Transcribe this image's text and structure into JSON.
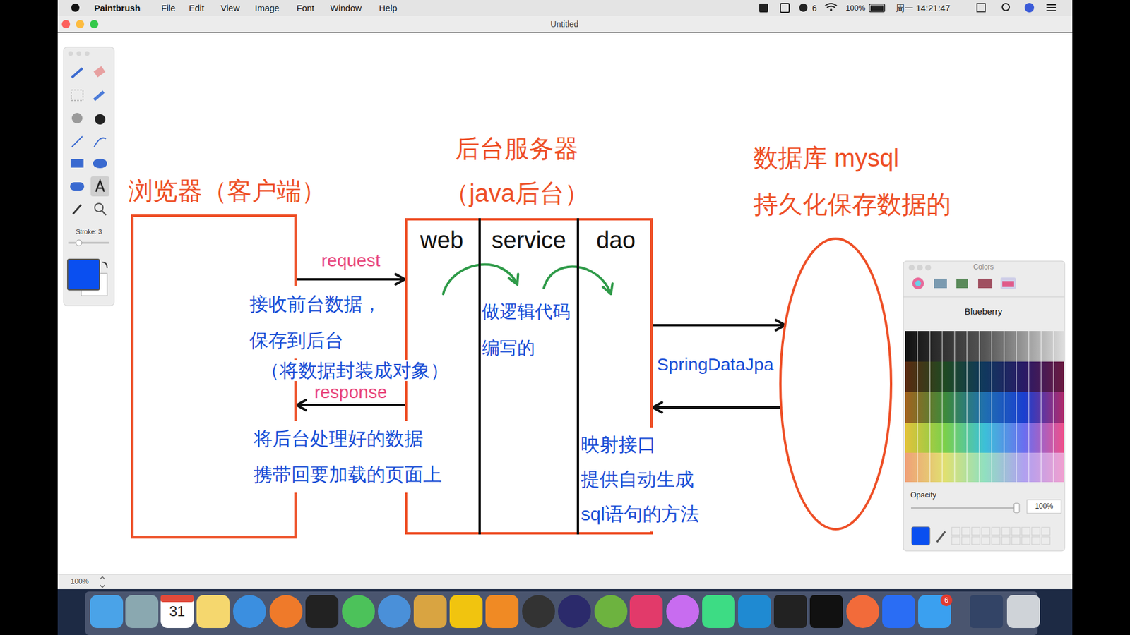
{
  "diagram": {
    "nodes": [
      {
        "text": [
          "浏览器（客户端）"
        ]
      },
      {
        "text": [
          "后台服务器 （java后台）"
        ]
      },
      {
        "text": [
          "web"
        ],
        "in": 1
      },
      {
        "text": [
          "service",
          "做逻辑代码 编写的"
        ],
        "in": 1
      },
      {
        "text": [
          "dao"
        ],
        "in": 1
      },
      {
        "text": [
          "数据库 mysql",
          "持久化保存数据的"
        ]
      }
    ],
    "edges": [
      {
        "from": 0,
        "to": 2,
        "arrow": "to",
        "label": "request"
      },
      {
        "from": 2,
        "to": 0,
        "arrow": "to",
        "label": "response"
      },
      {
        "from": 2,
        "to": 3,
        "arrow": "to"
      },
      {
        "from": 3,
        "to": 4,
        "arrow": "to"
      },
      {
        "from": 4,
        "to": 5,
        "arrow": "to"
      },
      {
        "from": 5,
        "to": 4,
        "arrow": "to"
      }
    ],
    "labels": [
      "接收前台数据， 保存到后台",
      "（将数据封装成对象）",
      "将后台处理好的数据 携带回要加载的页面上",
      "映射接口 提供自动生成 sql语句的方法",
      "SpringDataJpa",
      "Paintbrush",
      "File",
      "Edit",
      "View",
      "Image",
      "Font",
      "Window",
      "Help",
      "6",
      "100%",
      "周一 14:21:47",
      "Untitled",
      "Stroke: 3",
      "Colors",
      "Blueberry",
      "Opacity",
      "100%",
      "100%",
      "31",
      "6"
    ]
  }
}
